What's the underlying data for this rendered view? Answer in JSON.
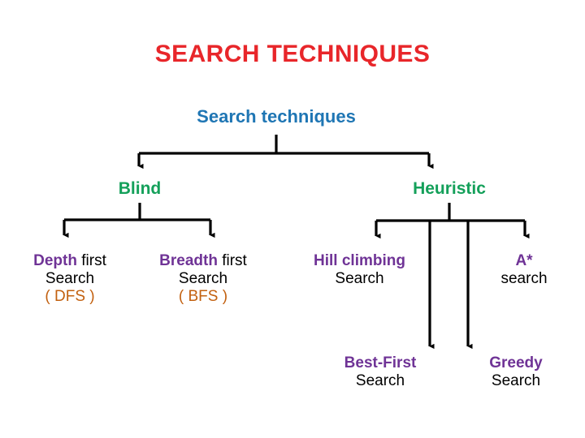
{
  "slide": {
    "title": "SEARCH TECHNIQUES",
    "title_color": "#e8262a",
    "background": "#ffffff"
  },
  "diagram": {
    "type": "tree",
    "root": {
      "label": "Search techniques",
      "color": "#1f76b4"
    },
    "branches": [
      {
        "label": "Blind",
        "color": "#14a05a"
      },
      {
        "label": "Heuristic",
        "color": "#14a05a"
      }
    ],
    "leaves": [
      {
        "id": "dfs",
        "keyword": "Depth",
        "rest": " first",
        "line2": "Search",
        "line3": "( DFS )",
        "keyword_color": "#6f3396",
        "rest_color": "#000000",
        "line3_color": "#c2600f",
        "parent": "Blind"
      },
      {
        "id": "bfs",
        "keyword": "Breadth",
        "rest": " first",
        "line2": "Search",
        "line3": "( BFS )",
        "keyword_color": "#6f3396",
        "rest_color": "#000000",
        "line3_color": "#c2600f",
        "parent": "Blind"
      },
      {
        "id": "hill-climbing",
        "keyword": "Hill climbing",
        "rest": "",
        "line2": "Search",
        "line3": "",
        "keyword_color": "#6f3396",
        "rest_color": "#000000",
        "parent": "Heuristic"
      },
      {
        "id": "a-star",
        "keyword": "A*",
        "rest": "",
        "line2": "search",
        "line3": "",
        "keyword_color": "#6f3396",
        "rest_color": "#000000",
        "parent": "Heuristic"
      },
      {
        "id": "best-first",
        "keyword": "Best-First",
        "rest": "",
        "line2": "Search",
        "line3": "",
        "keyword_color": "#6f3396",
        "rest_color": "#000000",
        "parent": "Heuristic"
      },
      {
        "id": "greedy",
        "keyword": "Greedy",
        "rest": "",
        "line2": "Search",
        "line3": "",
        "keyword_color": "#6f3396",
        "rest_color": "#000000",
        "parent": "Heuristic"
      }
    ],
    "connector_color": "#000000"
  }
}
